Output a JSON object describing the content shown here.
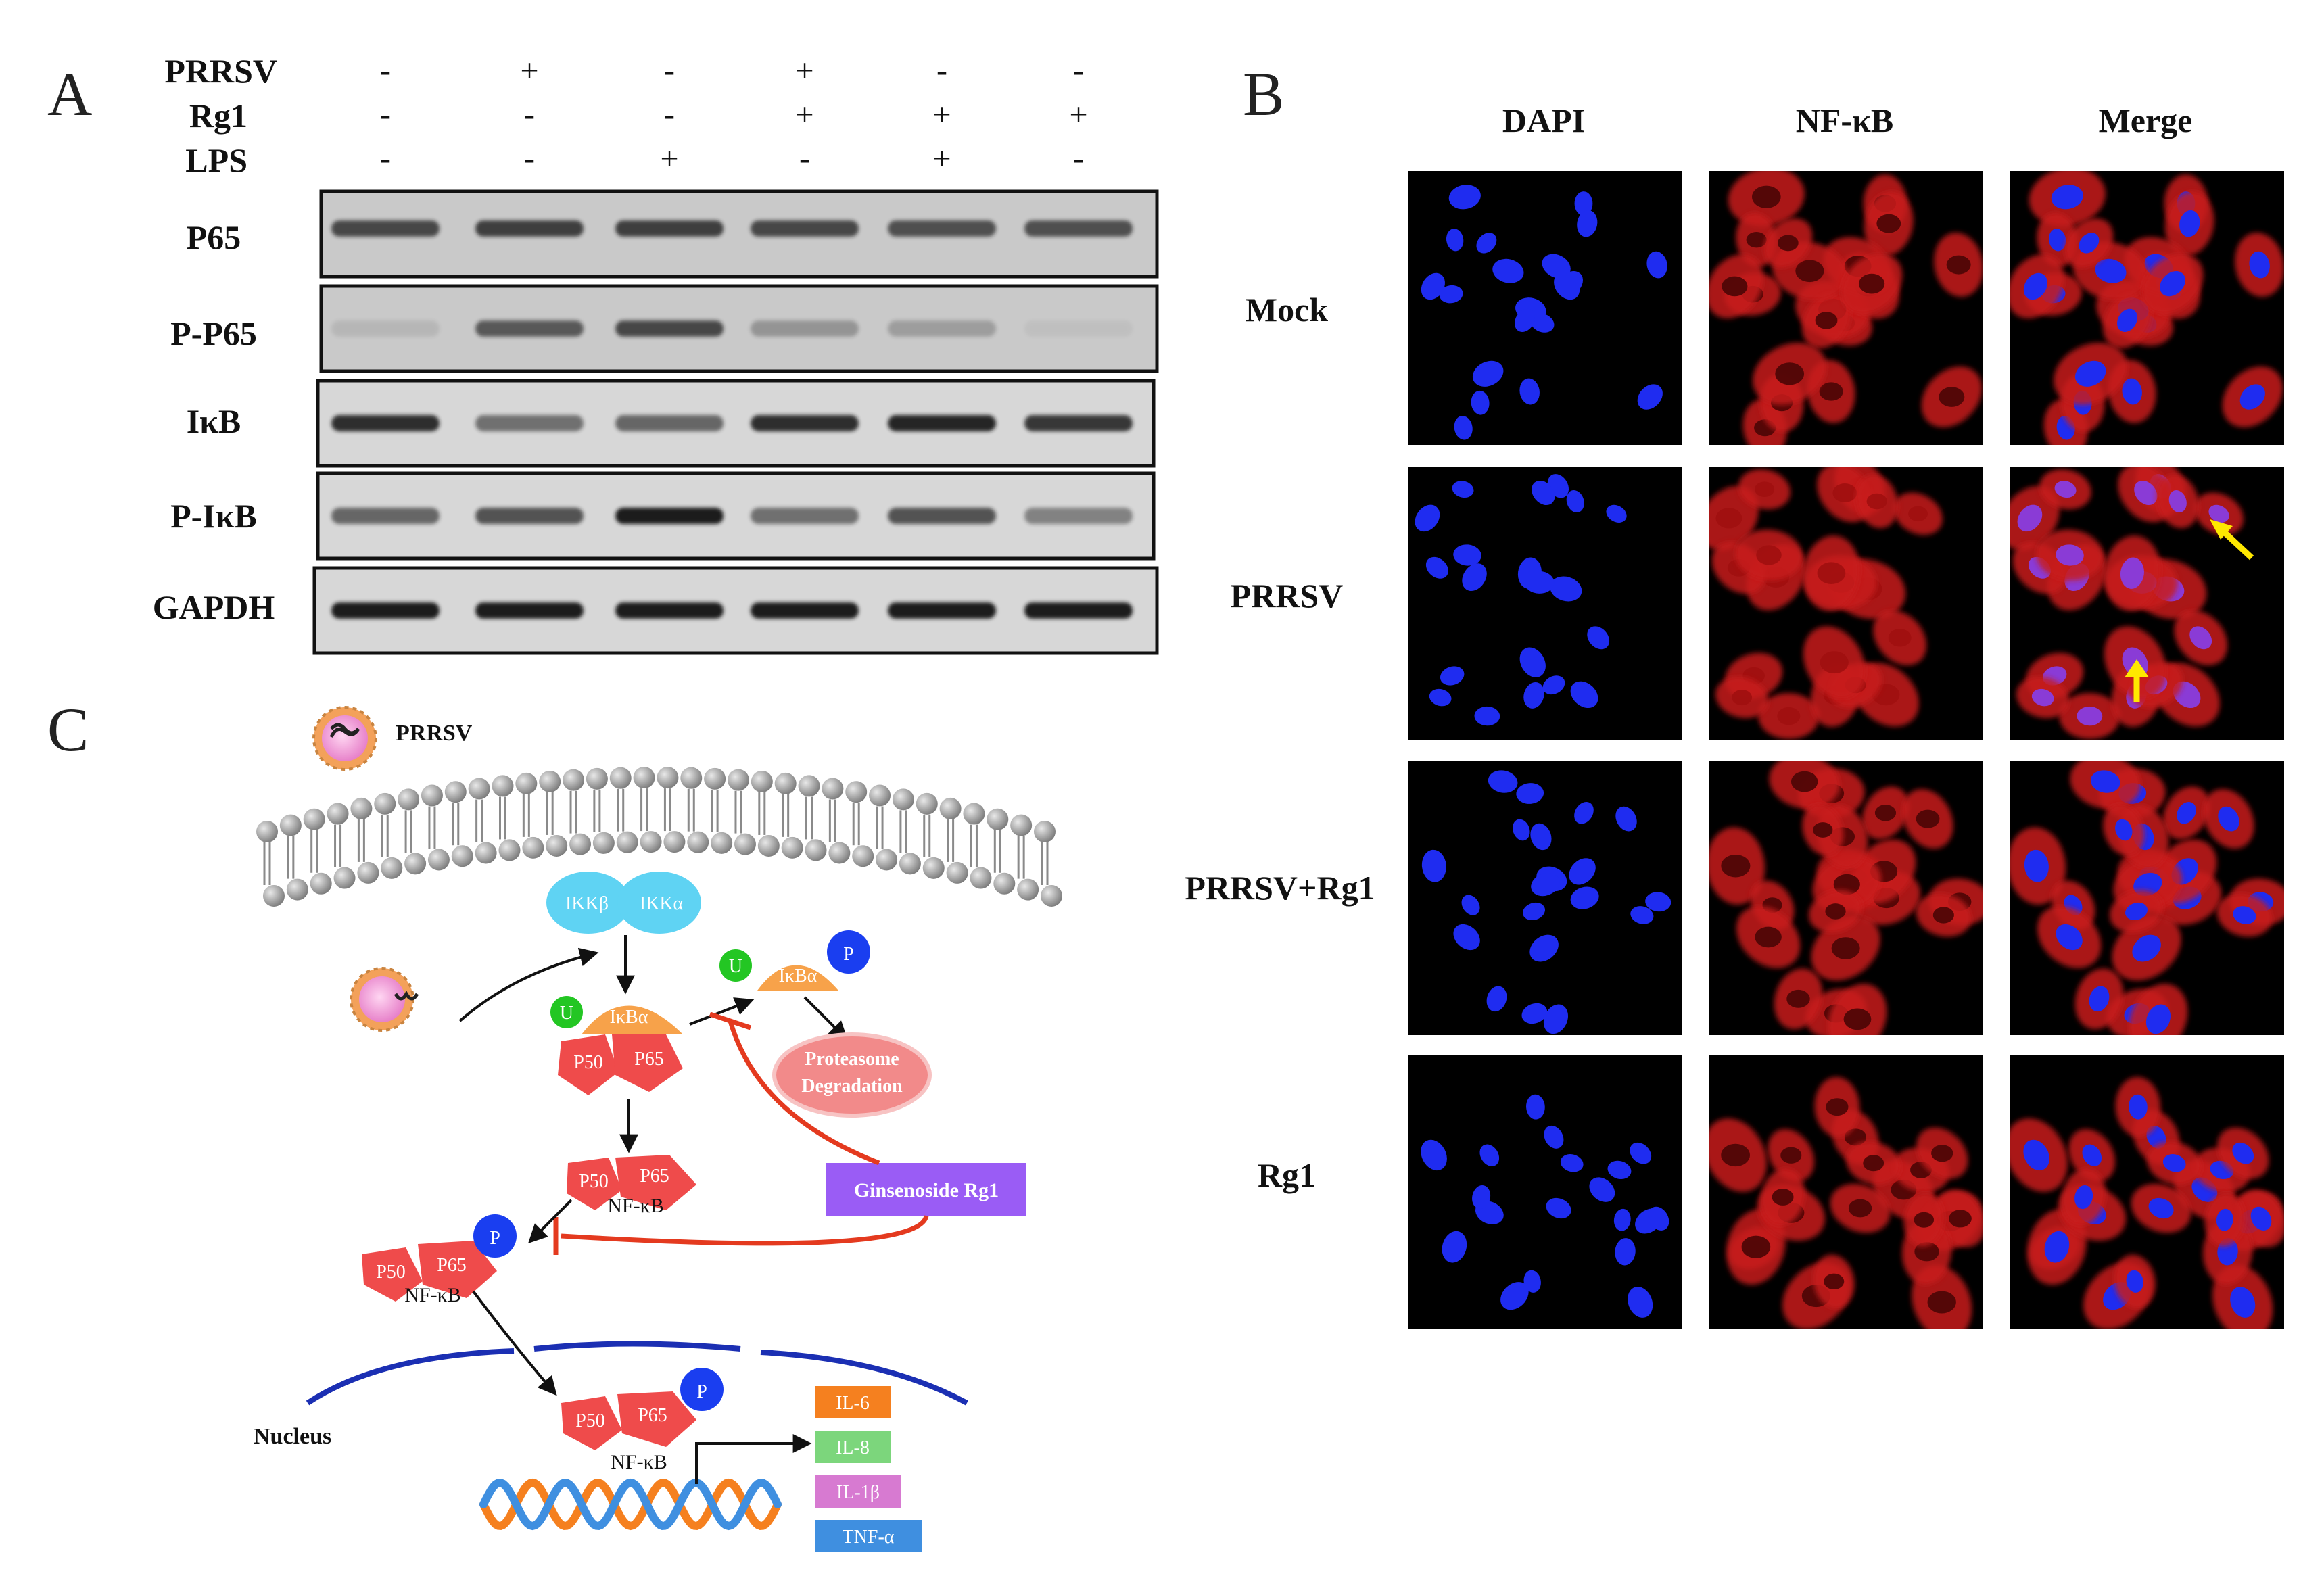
{
  "panels": {
    "a": "A",
    "b": "B",
    "c": "C"
  },
  "blot": {
    "conditions": [
      {
        "name": "PRRSV",
        "signs": [
          "-",
          "+",
          "-",
          "+",
          "-",
          "-"
        ]
      },
      {
        "name": "Rg1",
        "signs": [
          "-",
          "-",
          "-",
          "+",
          "+",
          "+"
        ]
      },
      {
        "name": "LPS",
        "signs": [
          "-",
          "-",
          "+",
          "-",
          "+",
          "-"
        ]
      }
    ],
    "proteins": [
      {
        "label": "P65",
        "bands": [
          0.75,
          0.8,
          0.8,
          0.75,
          0.7,
          0.7
        ]
      },
      {
        "label": "P-P65",
        "bands": [
          0.1,
          0.65,
          0.75,
          0.3,
          0.25,
          0.05
        ]
      },
      {
        "label": "IκB",
        "bands": [
          0.9,
          0.55,
          0.6,
          0.9,
          0.95,
          0.85
        ]
      },
      {
        "label": "P-IκB",
        "bands": [
          0.6,
          0.7,
          1.0,
          0.55,
          0.7,
          0.45
        ]
      },
      {
        "label": "GAPDH",
        "bands": [
          1.0,
          1.0,
          1.0,
          1.0,
          1.0,
          1.0
        ]
      }
    ]
  },
  "microscopy": {
    "columns": [
      "DAPI",
      "NF-κB",
      "Merge"
    ],
    "rows": [
      "Mock",
      "PRRSV",
      "PRRSV+Rg1",
      "Rg1"
    ]
  },
  "pathway": {
    "virus_label": "PRRSV",
    "ikkb": "IKKβ",
    "ikka": "IKKα",
    "ikba": "IκBα",
    "ub": "U",
    "phos": "P",
    "p50": "P50",
    "p65": "P65",
    "nfkb": "NF-κB",
    "proteasome_line1": "Proteasome",
    "proteasome_line2": "Degradation",
    "inhibitor": "Ginsenoside Rg1",
    "nucleus": "Nucleus",
    "cytokines": [
      "IL-6",
      "IL-8",
      "IL-1β",
      "TNF-α"
    ],
    "colors": {
      "ikk": "#5fd3f3",
      "ikba": "#f7a24a",
      "p_subunit": "#ef4b4b",
      "ub": "#23c623",
      "phos": "#1a3ef0",
      "proteasome": "#f28a8a",
      "inhibitor": "#9a5cf5",
      "inhibit_line": "#e43a1f",
      "nucleus": "#1b2fb3",
      "il6": "#f5801f",
      "il8": "#7cd67c",
      "il1b": "#d77ad1",
      "tnfa": "#3f8fe0"
    }
  }
}
